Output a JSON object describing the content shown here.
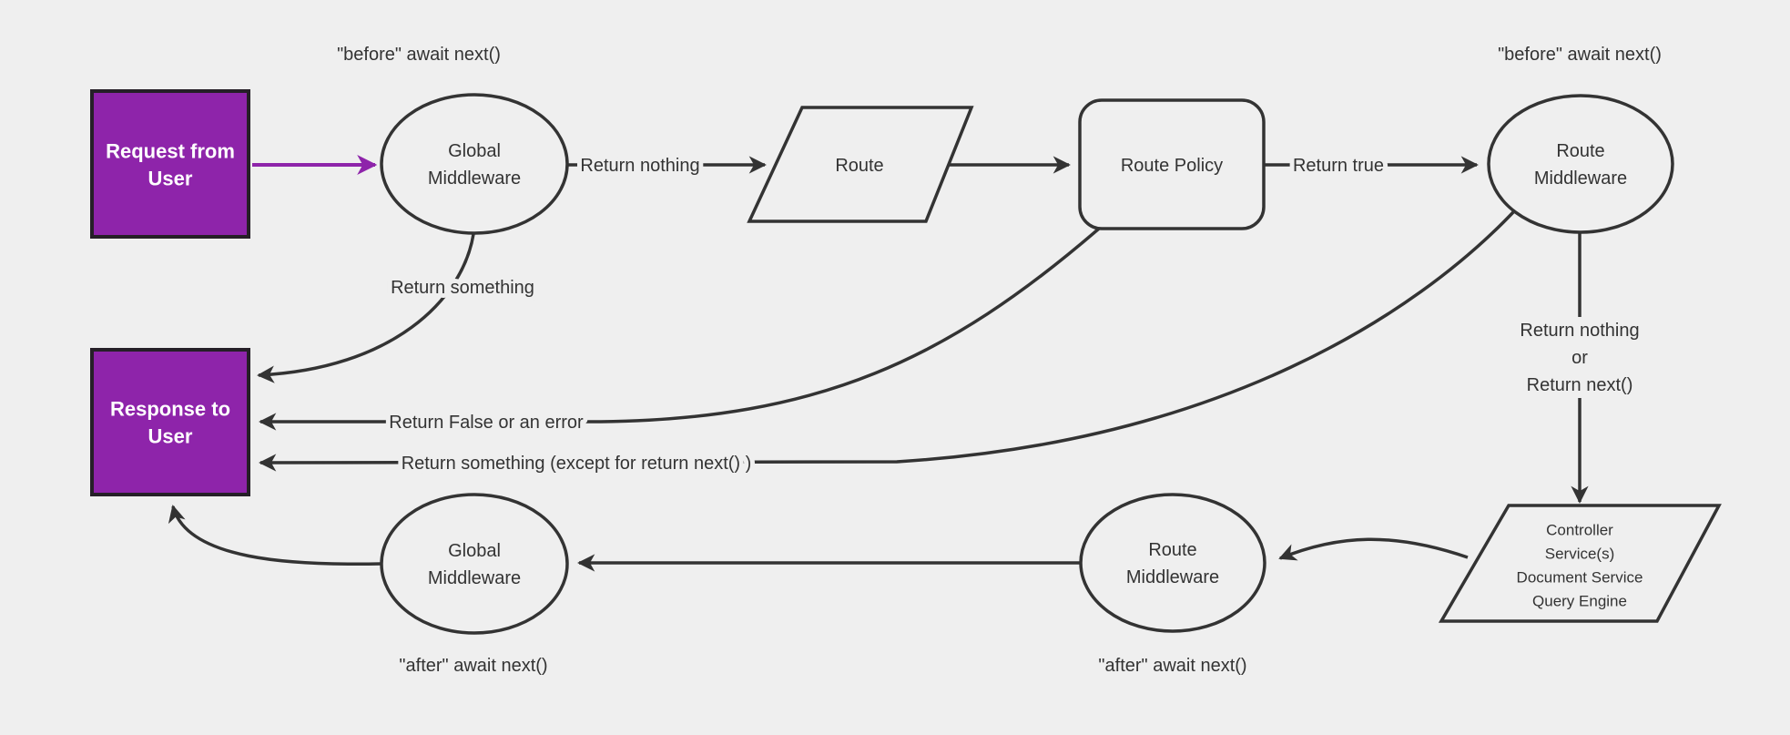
{
  "colors": {
    "bg": "#efefef",
    "stroke": "#333333",
    "text": "#333333",
    "accent": "#8e24aa",
    "accent-border": "#251f27",
    "node-text": "#ffffff"
  },
  "nodes": {
    "request_from_user": {
      "line1": "Request from",
      "line2": "User"
    },
    "global_middleware_top": {
      "line1": "Global",
      "line2": "Middleware"
    },
    "route": {
      "label": "Route"
    },
    "route_policy": {
      "label": "Route Policy"
    },
    "route_middleware_top": {
      "line1": "Route",
      "line2": "Middleware"
    },
    "controller_services": {
      "line1": "Controller",
      "line2": "Service(s)",
      "line3": "Document Service",
      "line4": "Query Engine"
    },
    "route_middleware_bottom": {
      "line1": "Route",
      "line2": "Middleware"
    },
    "global_middleware_bottom": {
      "line1": "Global",
      "line2": "Middleware"
    },
    "response_to_user": {
      "line1": "Response to",
      "line2": "User"
    }
  },
  "edge_labels": {
    "before_await_next_global": "\"before\" await next()",
    "before_await_next_route": "\"before\" await next()",
    "return_nothing": "Return nothing",
    "return_true": "Return true",
    "return_something": "Return something",
    "return_false_or_error": "Return False or an error",
    "return_something_except": "Return something (except for return next() )",
    "return_nothing_or_1": "Return nothing",
    "return_nothing_or_2": "or",
    "return_nothing_or_3": "Return next()",
    "after_await_next_global": "\"after\" await next()",
    "after_await_next_route": "\"after\" await next()"
  }
}
